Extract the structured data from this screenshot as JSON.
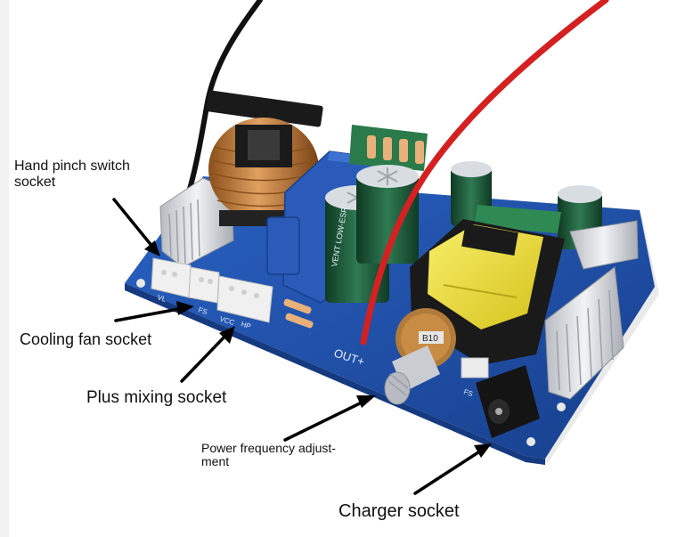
{
  "labels": {
    "hand_pinch": "Hand pinch switch\nsocket",
    "cooling_fan": "Cooling fan socket",
    "plus_mixing": "Plus mixing socket",
    "power_frequency": "Power frequency adjust-\nment",
    "charger": "Charger socket"
  },
  "board_markings": {
    "out": "OUT+",
    "vl": "VL",
    "fs": "FS",
    "vcc": "VCC",
    "hp": "HP",
    "fs_right": "FS"
  },
  "component_text": {
    "cap1": "VENT\nLOW-ESR",
    "pot": "B10"
  },
  "colors": {
    "pcb": "#1f4fa8",
    "wire_red": "#d42020",
    "wire_black": "#111111",
    "transformer_yellow": "#f2e23a",
    "inductor_copper": "#c8823a",
    "capacitor_blue": "#2a5bb8",
    "electrolytic_green": "#1f5a3a"
  }
}
